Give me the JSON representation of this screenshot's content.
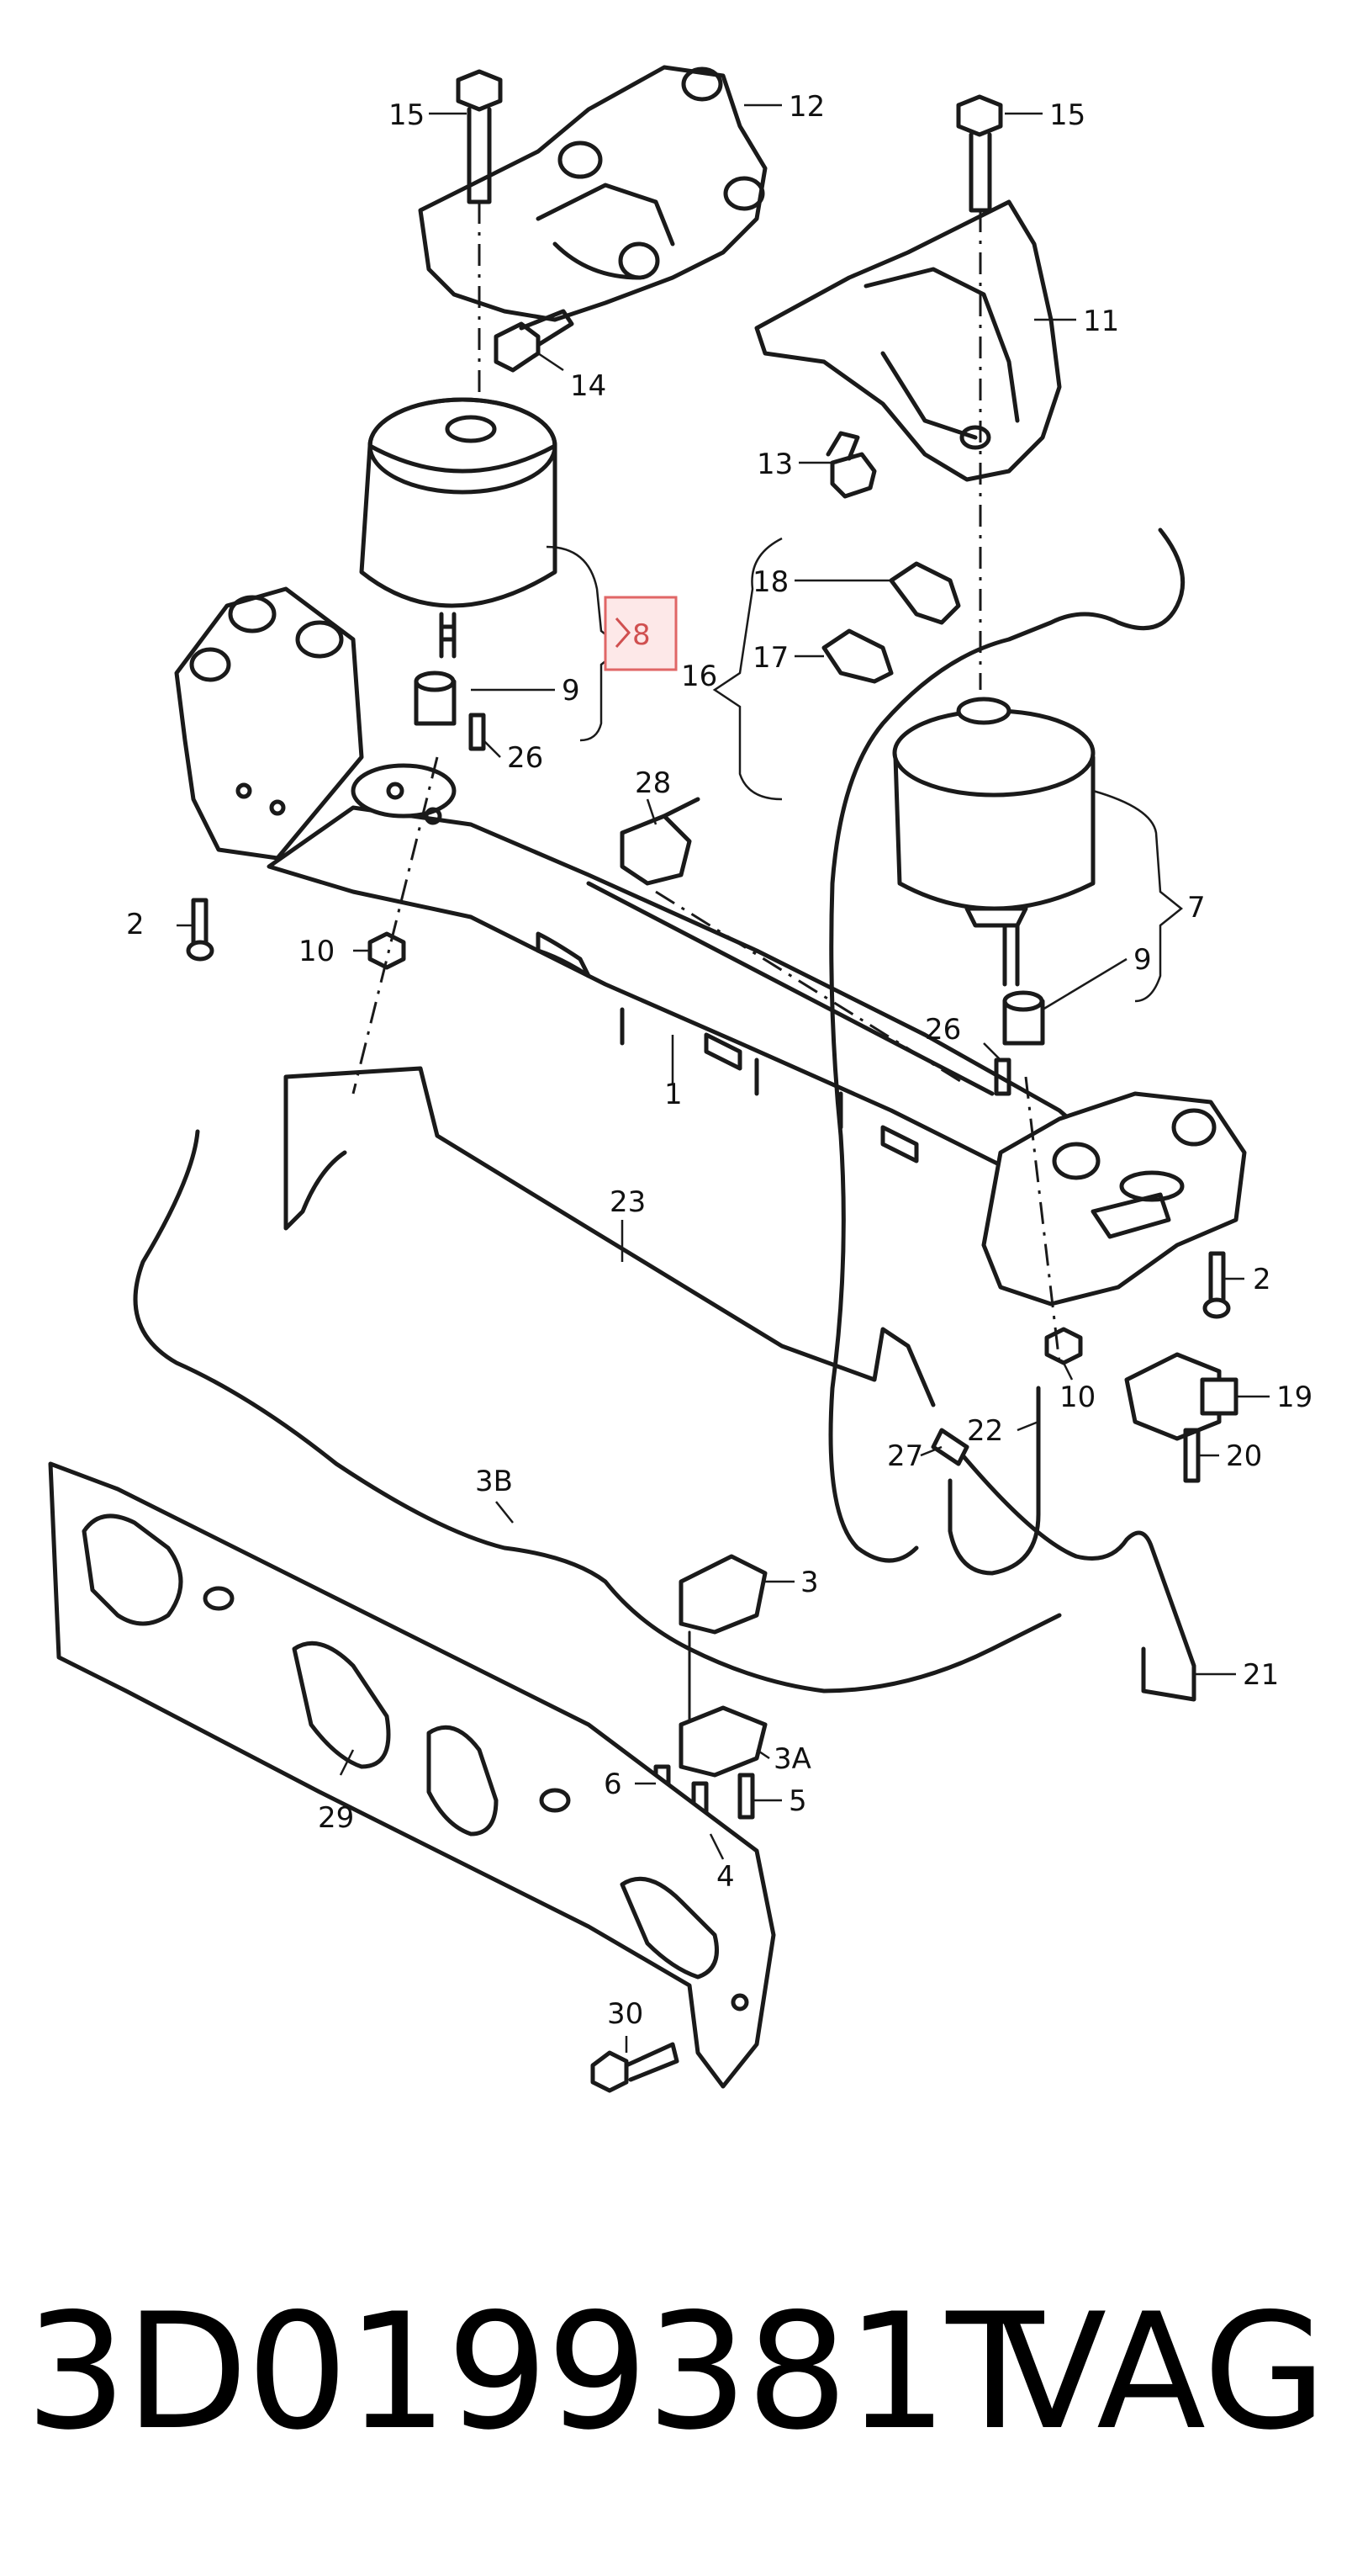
{
  "highlight": {
    "callout": "8",
    "box_color": "#e06666",
    "fill_color": "#fde8e8"
  },
  "callouts": {
    "c15a": "15",
    "c12": "12",
    "c15b": "15",
    "c11": "11",
    "c14": "14",
    "c13": "13",
    "c18": "18",
    "c17": "17",
    "c16": "16",
    "c8": "8",
    "c9a": "9",
    "c26a": "26",
    "c28": "28",
    "c7": "7",
    "c2a": "2",
    "c10a": "10",
    "c9b": "9",
    "c26b": "26",
    "c1": "1",
    "c23": "23",
    "c2b": "2",
    "c10b": "10",
    "c22": "22",
    "c19": "19",
    "c27": "27",
    "c20": "20",
    "c3B": "3B",
    "c3": "3",
    "c21": "21",
    "c3A": "3A",
    "c6": "6",
    "c5": "5",
    "c29": "29",
    "c4": "4",
    "c30": "30"
  },
  "footer": {
    "part_number": "3D0199381T",
    "brand": "VAG"
  }
}
